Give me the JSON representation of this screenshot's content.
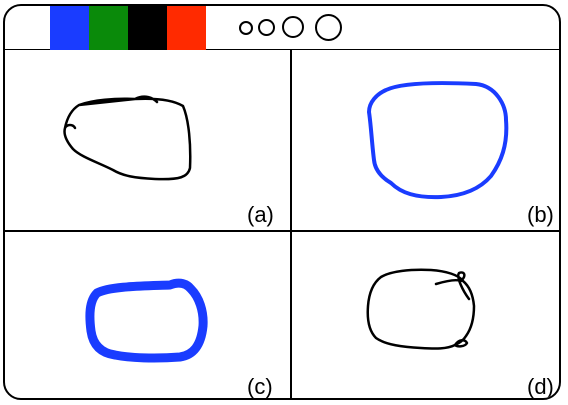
{
  "toolbar": {
    "colors": [
      {
        "name": "blue",
        "hex": "#1a3cff"
      },
      {
        "name": "green",
        "hex": "#0a8a0a"
      },
      {
        "name": "black",
        "hex": "#000000"
      },
      {
        "name": "red",
        "hex": "#ff2a00"
      }
    ],
    "brush_sizes": [
      "small",
      "medium",
      "large",
      "extra-large"
    ]
  },
  "panels": [
    {
      "label": "(a)",
      "stroke_color": "#000000",
      "stroke_size": "small"
    },
    {
      "label": "(b)",
      "stroke_color": "#1a3cff",
      "stroke_size": "medium"
    },
    {
      "label": "(c)",
      "stroke_color": "#1a3cff",
      "stroke_size": "extra-large"
    },
    {
      "label": "(d)",
      "stroke_color": "#000000",
      "stroke_size": "small"
    }
  ]
}
